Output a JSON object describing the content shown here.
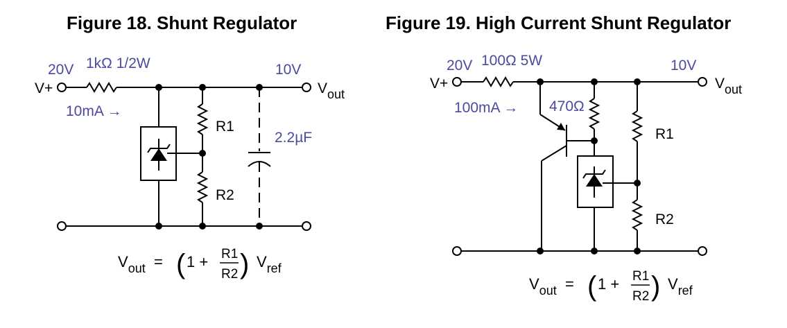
{
  "fig18": {
    "title": "Figure 18. Shunt Regulator",
    "vin_value": "20V",
    "vin_label": "V+",
    "resistor": "1kΩ 1/2W",
    "current": "10mA →",
    "vout_value": "10V",
    "vout_label": "V",
    "vout_sub": "out",
    "r1": "R1",
    "r2": "R2",
    "cap": "2.2µF",
    "eq": {
      "lhs": "V",
      "lhs_sub": "out",
      "equals": "=",
      "open": "(",
      "one_plus": "1 +",
      "num": "R1",
      "den": "R2",
      "close": ")",
      "vref": "V",
      "vref_sub": "ref"
    }
  },
  "fig19": {
    "title": "Figure 19. High Current Shunt Regulator",
    "vin_value": "20V",
    "vin_label": "V+",
    "resistor": "100Ω 5W",
    "current": "100mA →",
    "rb": "470Ω",
    "vout_value": "10V",
    "vout_label": "V",
    "vout_sub": "out",
    "r1": "R1",
    "r2": "R2",
    "eq": {
      "lhs": "V",
      "lhs_sub": "out",
      "equals": "=",
      "open": "(",
      "one_plus": "1 +",
      "num": "R1",
      "den": "R2",
      "close": ")",
      "vref": "V",
      "vref_sub": "ref"
    }
  },
  "colors": {
    "label_blue": "#4a4aa0",
    "wire": "#000000"
  }
}
